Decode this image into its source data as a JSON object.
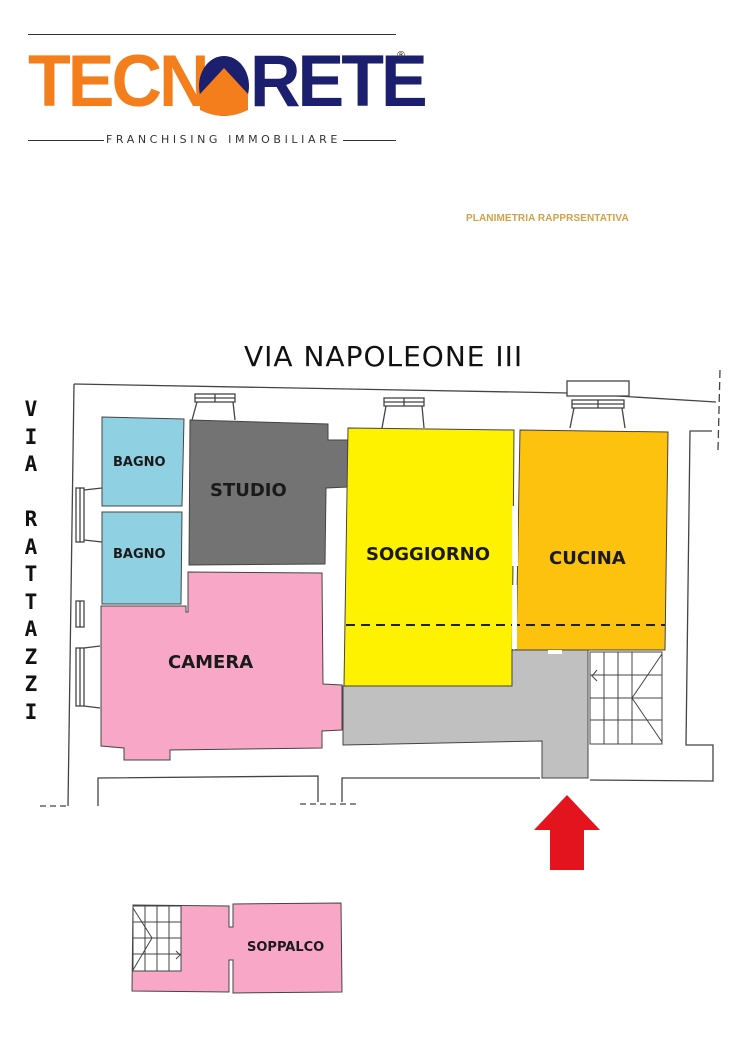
{
  "logo": {
    "brand_part1": "TECN",
    "brand_part2": "RETE",
    "registered": "®",
    "tagline": "FRANCHISING IMMOBILIARE",
    "colors": {
      "orange": "#f47d1c",
      "navy": "#1b1f6e"
    }
  },
  "subtitle": "PLANIMETRIA RAPPRSENTATIVA",
  "streets": {
    "top": "VIA NAPOLEONE III",
    "left_letters": [
      "V",
      "I",
      "A",
      "",
      "R",
      "A",
      "T",
      "T",
      "A",
      "Z",
      "Z",
      "I"
    ]
  },
  "rooms": {
    "bagno1": {
      "label": "BAGNO",
      "color": "#8fd0e3"
    },
    "bagno2": {
      "label": "BAGNO",
      "color": "#8fd0e3"
    },
    "studio": {
      "label": "STUDIO",
      "color": "#737373"
    },
    "soggiorno": {
      "label": "SOGGIORNO",
      "color": "#fff200"
    },
    "cucina": {
      "label": "CUCINA",
      "color": "#fcc20e"
    },
    "camera": {
      "label": "CAMERA",
      "color": "#f8a8c6"
    },
    "corridoio": {
      "label": "",
      "color": "#c0c0c0"
    },
    "soppalco": {
      "label": "SOPPALCO",
      "color": "#f8a8c6"
    }
  },
  "entrance_arrow": {
    "color": "#e3141e",
    "direction": "up"
  }
}
